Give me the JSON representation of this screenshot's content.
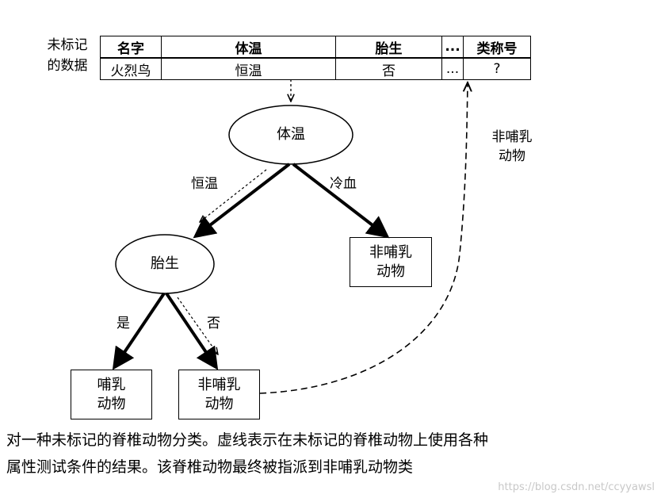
{
  "record": {
    "label_line1": "未标记",
    "label_line2": "的数据",
    "headers": [
      "名字",
      "体温",
      "胎生",
      "...",
      "类称号"
    ],
    "values": [
      "火烈鸟",
      "恒温",
      "否",
      "...",
      "?"
    ]
  },
  "nodes": {
    "root": "体温",
    "internal": "胎生"
  },
  "edges": {
    "warm": "恒温",
    "cold": "冷血",
    "yes": "是",
    "no": "否"
  },
  "leaves": {
    "cold_leaf": "非哺乳\n动物",
    "mammal": "哺乳\n动物",
    "non_mammal": "非哺乳\n动物"
  },
  "back_label": "非哺乳\n动物",
  "caption": {
    "line1": "对一种未标记的脊椎动物分类。虚线表示在未标记的脊椎动物上使用各种",
    "line2": "属性测试条件的结果。该脊椎动物最终被指派到非哺乳动物类"
  },
  "watermark": "https://blog.csdn.net/ccyyawsl"
}
